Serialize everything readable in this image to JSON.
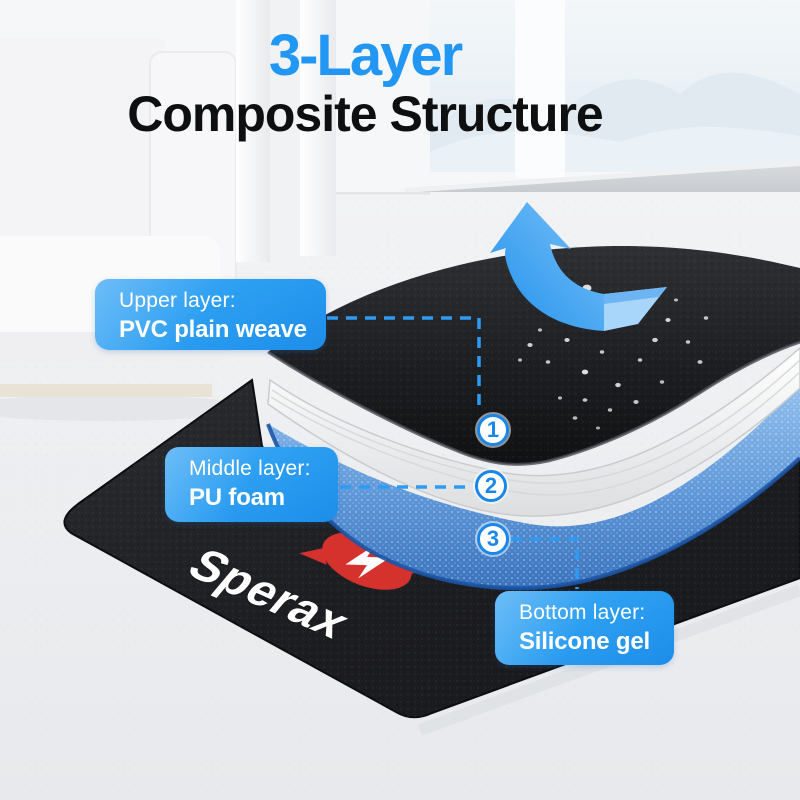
{
  "title": {
    "line1": "3-Layer",
    "line2": "Composite Structure"
  },
  "callouts": {
    "upper": {
      "label": "Upper layer:",
      "value": "PVC plain weave",
      "number": "1"
    },
    "middle": {
      "label": "Middle layer:",
      "value": "PU foam",
      "number": "2"
    },
    "bottom": {
      "label": "Bottom layer:",
      "value": "Silicone gel",
      "number": "3"
    }
  },
  "brand": {
    "logo_text": "Sperax"
  },
  "icons": {
    "arrow": "water-repel-arrow-icon",
    "droplets": "water-droplets-icon",
    "logo": "sperax-logo-icon"
  },
  "colors": {
    "accent_blue": "#2196F3",
    "callout_bg": "#2D9FF2",
    "circle_blue": "#1A87E8",
    "dash_blue": "#2E9BF2",
    "logo_red": "#D5312D",
    "silicone_layer_blue": "#6FA6DF",
    "foam_layer_white": "#F3F4F5",
    "mat_black": "#212226",
    "floor_gray": "#EEF0F2"
  }
}
